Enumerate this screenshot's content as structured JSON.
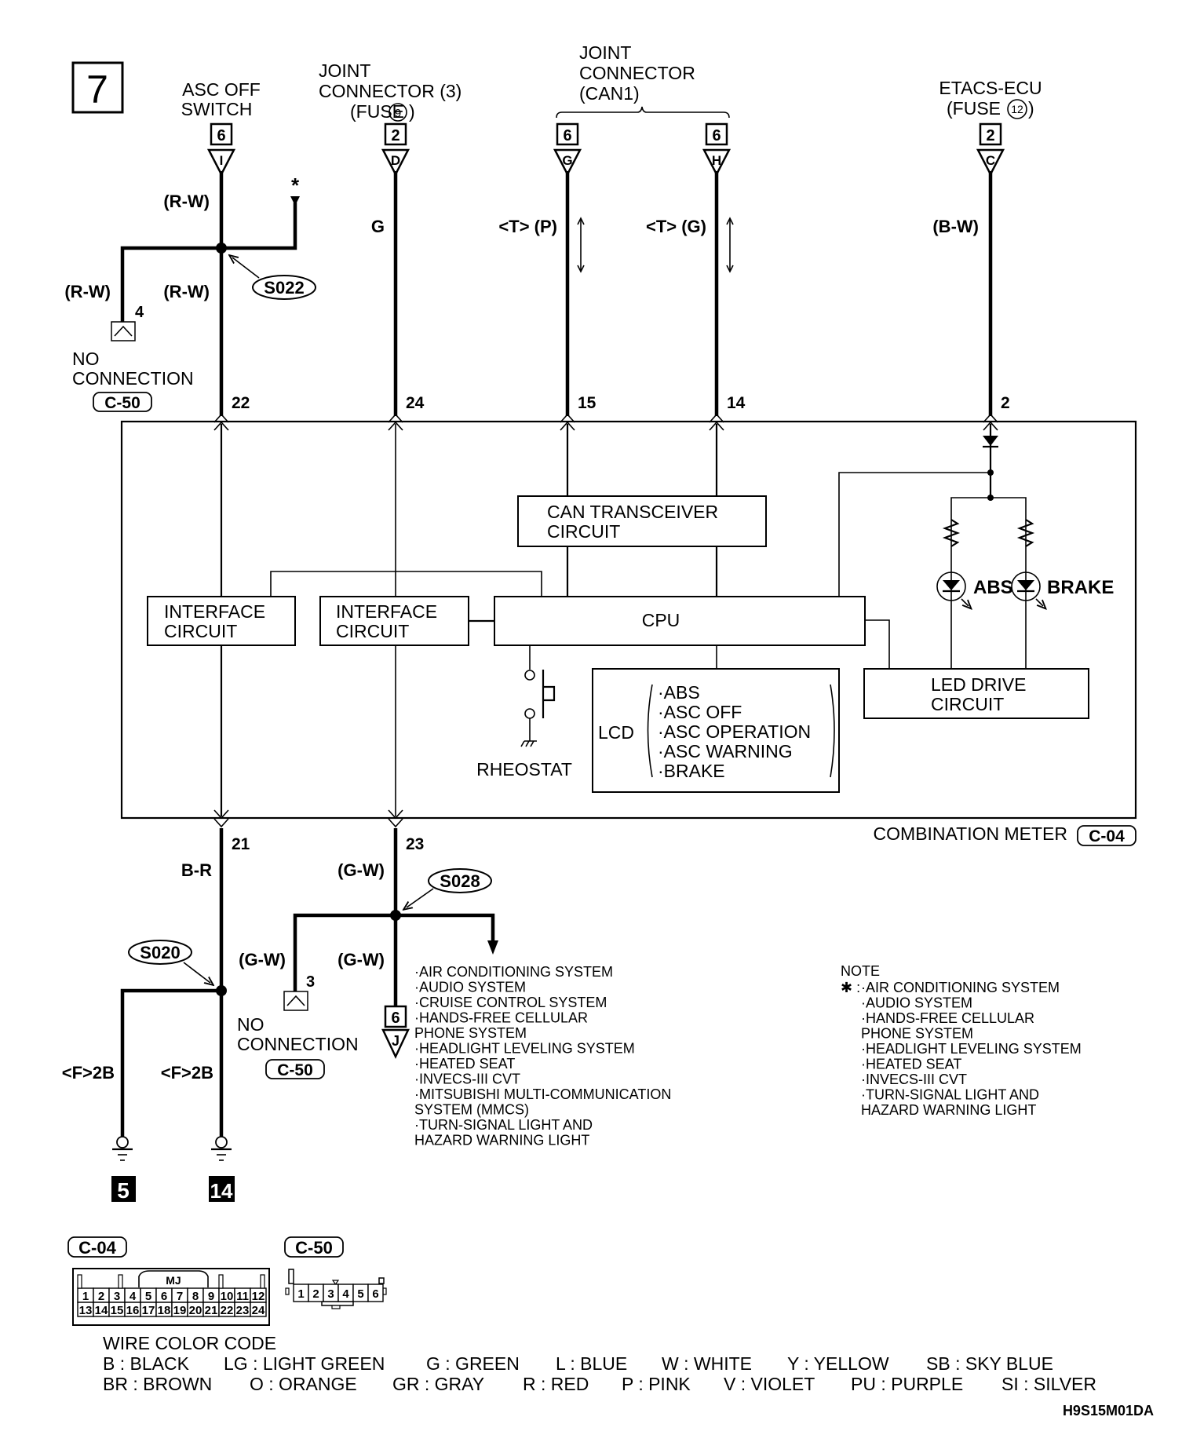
{
  "page_number": "7",
  "figure_code": "H9S15M01DA",
  "top_sources": {
    "asc_off_switch": {
      "line1": "ASC OFF",
      "line2": "SWITCH",
      "connector_no": "6",
      "terminal": "I"
    },
    "joint_connector_3": {
      "line1": "JOINT",
      "line2": "CONNECTOR (3)",
      "line3": "(FUSE",
      "fuse_no": "9",
      "line3_end": ")",
      "connector_no": "2",
      "terminal": "D"
    },
    "joint_connector_can1": {
      "line1": "JOINT",
      "line2": "CONNECTOR",
      "line3": "(CAN1)",
      "left_connector_no": "6",
      "left_terminal": "G",
      "right_connector_no": "6",
      "right_terminal": "H"
    },
    "etacs_ecu": {
      "line1": "ETACS-ECU",
      "line2": "(FUSE",
      "fuse_no": "12",
      "line2_end": ")",
      "connector_no": "2",
      "terminal": "C"
    }
  },
  "wires_upper": {
    "asc_top": "(R-W)",
    "asc_left_branch": "(R-W)",
    "asc_lower": "(R-W)",
    "joint3": "G",
    "can_p": "<T> (P)",
    "can_g": "<T> (G)",
    "etacs": "(B-W)",
    "asterisk": "*",
    "splice_upper": "S022",
    "nc_upper_pin": "4",
    "nc_upper_line1": "NO",
    "nc_upper_line2": "CONNECTION",
    "nc_upper_connector": "C-50"
  },
  "meter_pins_top": [
    "22",
    "24",
    "15",
    "14",
    "2"
  ],
  "meter_pins_bottom": [
    "21",
    "23"
  ],
  "meter": {
    "label": "COMBINATION METER",
    "connector": "C-04",
    "interface1": [
      "INTERFACE",
      "CIRCUIT"
    ],
    "interface2": [
      "INTERFACE",
      "CIRCUIT"
    ],
    "can_transceiver": [
      "CAN TRANSCEIVER",
      "CIRCUIT"
    ],
    "cpu": "CPU",
    "rheostat": "RHEOSTAT",
    "lcd_label": "LCD",
    "lcd_items": [
      "·ABS",
      "·ASC OFF",
      "·ASC OPERATION",
      "·ASC WARNING",
      "·BRAKE"
    ],
    "led_drive": [
      "LED DRIVE",
      "CIRCUIT"
    ],
    "led_abs": "ABS",
    "led_brake": "BRAKE"
  },
  "wires_lower": {
    "pin21_wire": "B-R",
    "pin23_wire": "(G-W)",
    "splice_s028": "S028",
    "s028_left": "(G-W)",
    "s028_down": "(G-W)",
    "nc_lower_pin": "3",
    "nc_lower_line1": "NO",
    "nc_lower_line2": "CONNECTION",
    "nc_lower_connector": "C-50",
    "joint_connector_no": "6",
    "joint_terminal": "J",
    "splice_s020": "S020",
    "ground_left_wire": "<F>2B",
    "ground_right_wire": "<F>2B",
    "ground_left_no": "5",
    "ground_right_no": "14"
  },
  "systems_list": [
    "·AIR CONDITIONING SYSTEM",
    "·AUDIO SYSTEM",
    "·CRUISE CONTROL SYSTEM",
    "·HANDS-FREE CELLULAR",
    " PHONE SYSTEM",
    "·HEADLIGHT LEVELING SYSTEM",
    "·HEATED SEAT",
    "·INVECS-III CVT",
    "·MITSUBISHI MULTI-COMMUNICATION",
    " SYSTEM (MMCS)",
    "·TURN-SIGNAL LIGHT AND",
    " HAZARD WARNING LIGHT"
  ],
  "note": {
    "title": "NOTE",
    "marker": "✱ :",
    "items": [
      "·AIR CONDITIONING SYSTEM",
      "·AUDIO SYSTEM",
      "·HANDS-FREE CELLULAR",
      " PHONE SYSTEM",
      "·HEADLIGHT LEVELING SYSTEM",
      "·HEATED SEAT",
      "·INVECS-III CVT",
      "·TURN-SIGNAL LIGHT AND",
      " HAZARD WARNING LIGHT"
    ]
  },
  "connector_views": {
    "c04": {
      "label": "C-04",
      "tag": "MJ",
      "row1": [
        "1",
        "2",
        "3",
        "4",
        "5",
        "6",
        "7",
        "8",
        "9",
        "10",
        "11",
        "12"
      ],
      "row2": [
        "13",
        "14",
        "15",
        "16",
        "17",
        "18",
        "19",
        "20",
        "21",
        "22",
        "23",
        "24"
      ]
    },
    "c50": {
      "label": "C-50",
      "pins": [
        "1",
        "2",
        "3",
        "4",
        "5",
        "6"
      ]
    }
  },
  "wire_color_code": {
    "title": "WIRE COLOR CODE",
    "row1": [
      "B : BLACK",
      "LG : LIGHT GREEN",
      "G : GREEN",
      "L : BLUE",
      "W : WHITE",
      "Y : YELLOW",
      "SB : SKY BLUE"
    ],
    "row2": [
      "BR : BROWN",
      "O : ORANGE",
      "GR : GRAY",
      "R : RED",
      "P : PINK",
      "V : VIOLET",
      "PU : PURPLE",
      "SI : SILVER"
    ]
  }
}
